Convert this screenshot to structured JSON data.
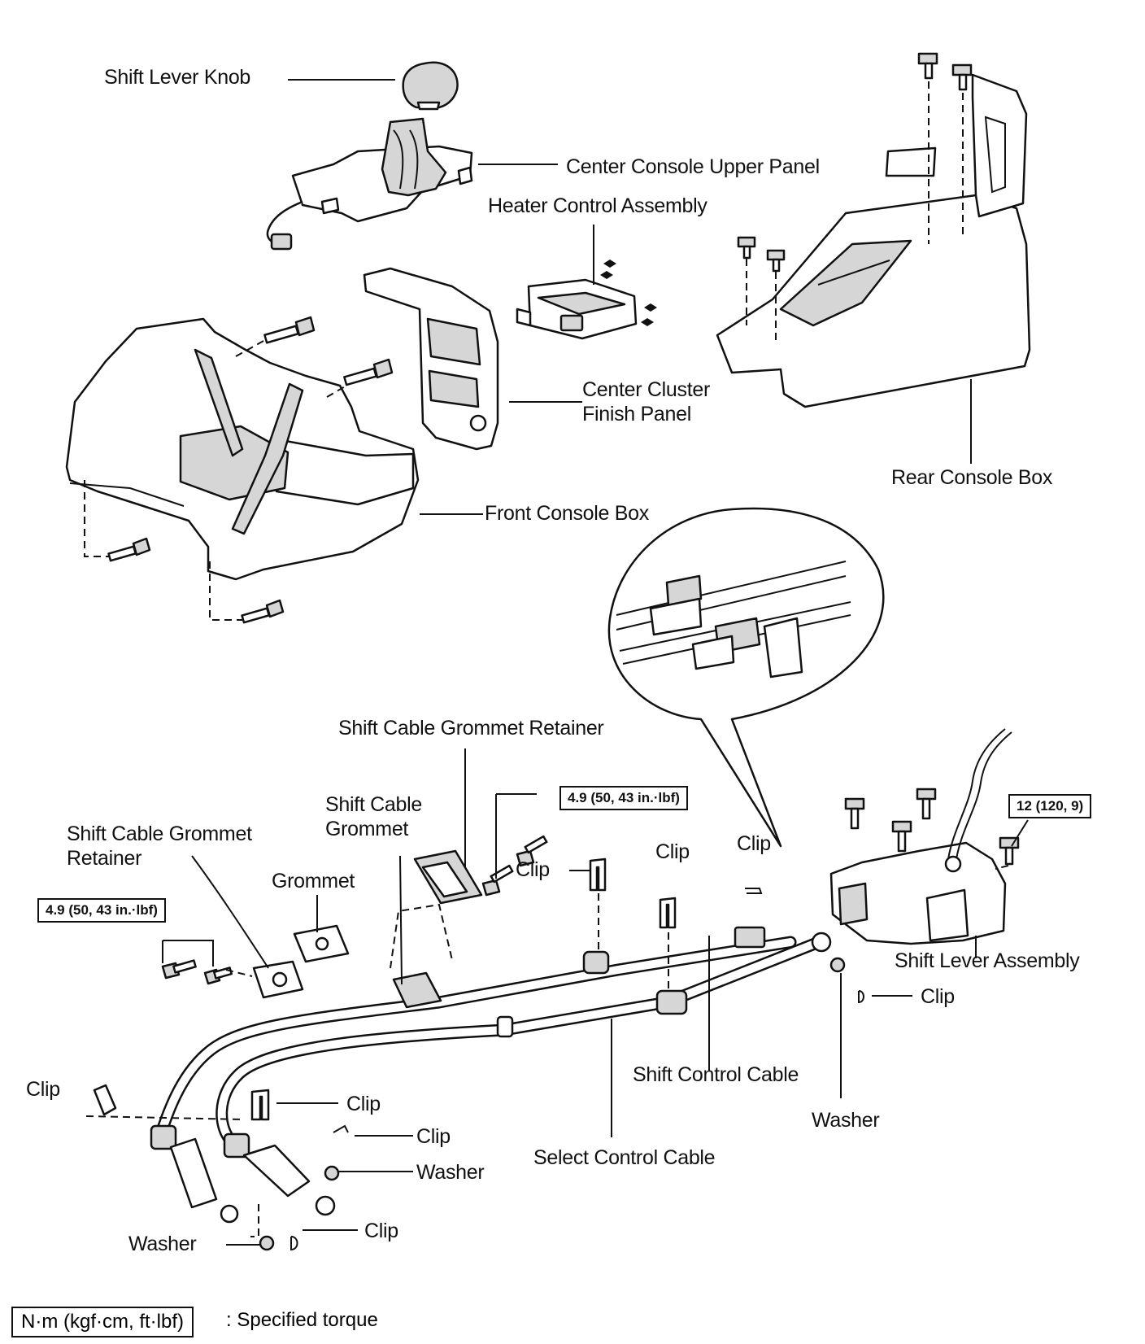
{
  "labels": {
    "shift_lever_knob": "Shift Lever Knob",
    "center_console_upper_panel": "Center Console Upper Panel",
    "heater_control_assembly": "Heater Control Assembly",
    "center_cluster_finish_panel_line1": "Center Cluster",
    "center_cluster_finish_panel_line2": "Finish Panel",
    "rear_console_box": "Rear Console Box",
    "front_console_box": "Front Console Box",
    "shift_cable_grommet_retainer_top": "Shift Cable Grommet Retainer",
    "shift_cable_grommet_line1": "Shift Cable",
    "shift_cable_grommet_line2": "Grommet",
    "shift_cable_grommet_retainer_left_line1": "Shift Cable Grommet",
    "shift_cable_grommet_retainer_left_line2": "Retainer",
    "grommet": "Grommet",
    "clip_a": "Clip",
    "clip_b": "Clip",
    "clip_c": "Clip",
    "clip_d": "Clip",
    "clip_e": "Clip",
    "clip_f": "Clip",
    "clip_g": "Clip",
    "clip_h": "Clip",
    "shift_lever_assembly": "Shift Lever Assembly",
    "shift_control_cable": "Shift Control Cable",
    "select_control_cable": "Select Control Cable",
    "washer_right": "Washer",
    "washer_mid": "Washer",
    "washer_bottom": "Washer"
  },
  "torques": {
    "bracket_bolts": "4.9 (50, 43 in.·lbf)",
    "retainer_bolts": "4.9 (50, 43 in.·lbf)",
    "shift_lever_bolts": "12 (120, 9)"
  },
  "legend": {
    "box": "N·m (kgf·cm, ft·lbf)",
    "text": ": Specified torque"
  }
}
